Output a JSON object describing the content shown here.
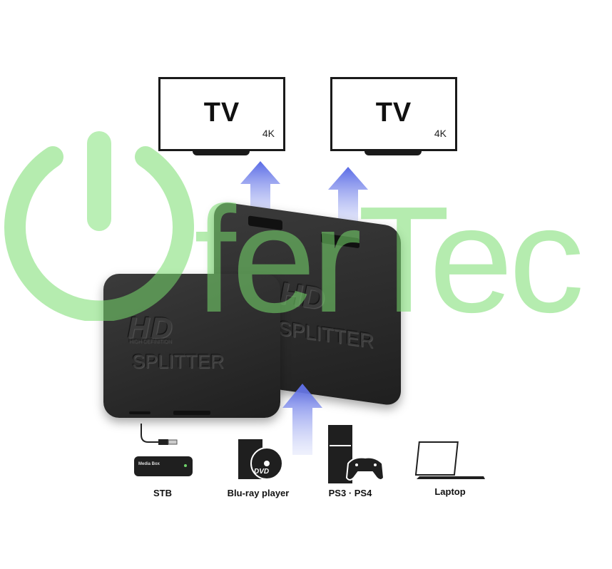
{
  "tvs": [
    {
      "label": "TV",
      "resolution": "4K"
    },
    {
      "label": "TV",
      "resolution": "4K"
    }
  ],
  "splitter": {
    "hd": "HD",
    "hd_sub": "HIGH-DEFINITION",
    "name": "SPLITTER"
  },
  "devices": [
    {
      "label": "STB",
      "box_text": "Media Box"
    },
    {
      "label": "Blu-ray player",
      "disc_text": "DVD"
    },
    {
      "label": "PS3 · PS4"
    },
    {
      "label": "Laptop"
    }
  ],
  "watermark": {
    "text": "ferTec"
  },
  "colors": {
    "arrow": "#6f7ee8",
    "watermark": "#78dc6e",
    "device": "#1f1f1f"
  }
}
